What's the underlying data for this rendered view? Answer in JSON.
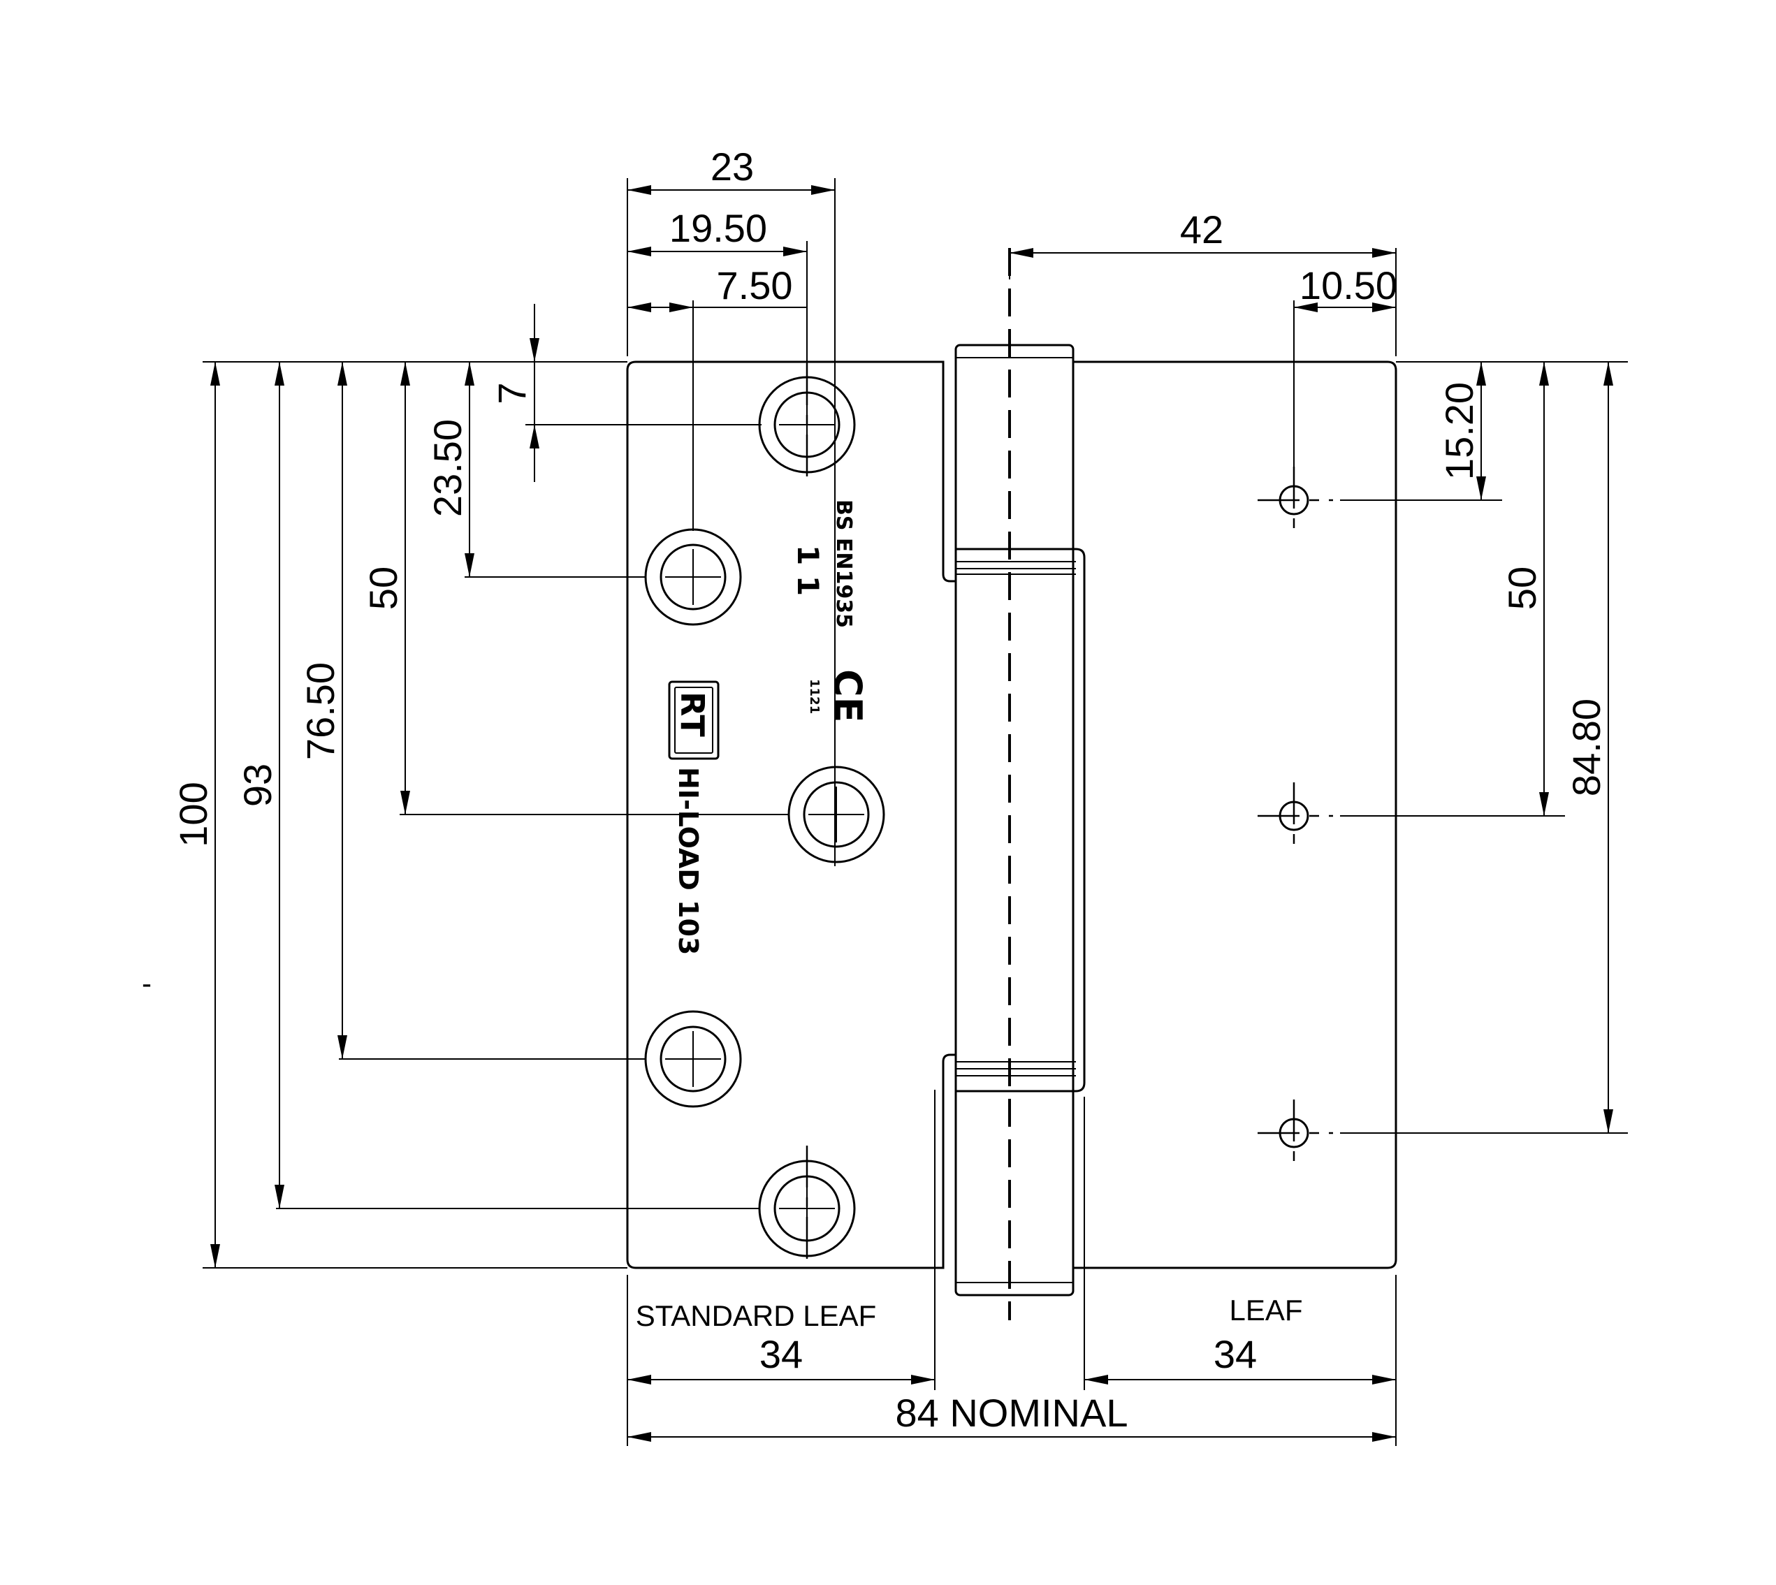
{
  "dims": {
    "d_23": "23",
    "d_19_50": "19.50",
    "d_7_50": "7.50",
    "d_42": "42",
    "d_10_50": "10.50",
    "d_7": "7",
    "d_23_50": "23.50",
    "d_50_left": "50",
    "d_76_50": "76.50",
    "d_93": "93",
    "d_100": "100",
    "d_15_20": "15.20",
    "d_50_right": "50",
    "d_84_80": "84.80",
    "d_34_left": "34",
    "d_34_right": "34",
    "d_84_nominal": "84 NOMINAL"
  },
  "labels": {
    "standard_leaf": "STANDARD LEAF",
    "leaf": "LEAF",
    "stray_mark": "-"
  },
  "markings": {
    "standard_code": "BS EN1935",
    "grade": "1 1",
    "ce_mark": "CE",
    "notified_body": "1121",
    "logo": "RT",
    "product_name": "HI-LOAD 103"
  }
}
